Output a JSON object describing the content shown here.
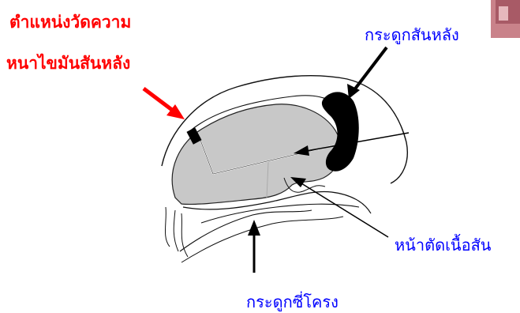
{
  "title": {
    "line1": "ตำแหน่งวัดความ",
    "line2": "หนาไขมันสันหลัง"
  },
  "labels": {
    "spine": "กระดูกสันหลัง",
    "loin_eye": "หน้าตัดเนื้อสัน",
    "rib": "กระดูกซี่โครง"
  },
  "colors": {
    "title": "#ff0000",
    "labels": "#0000ff",
    "loin_fill": "#c8c8c8",
    "bone": "#000000",
    "pointer_red": "#ff0000"
  }
}
